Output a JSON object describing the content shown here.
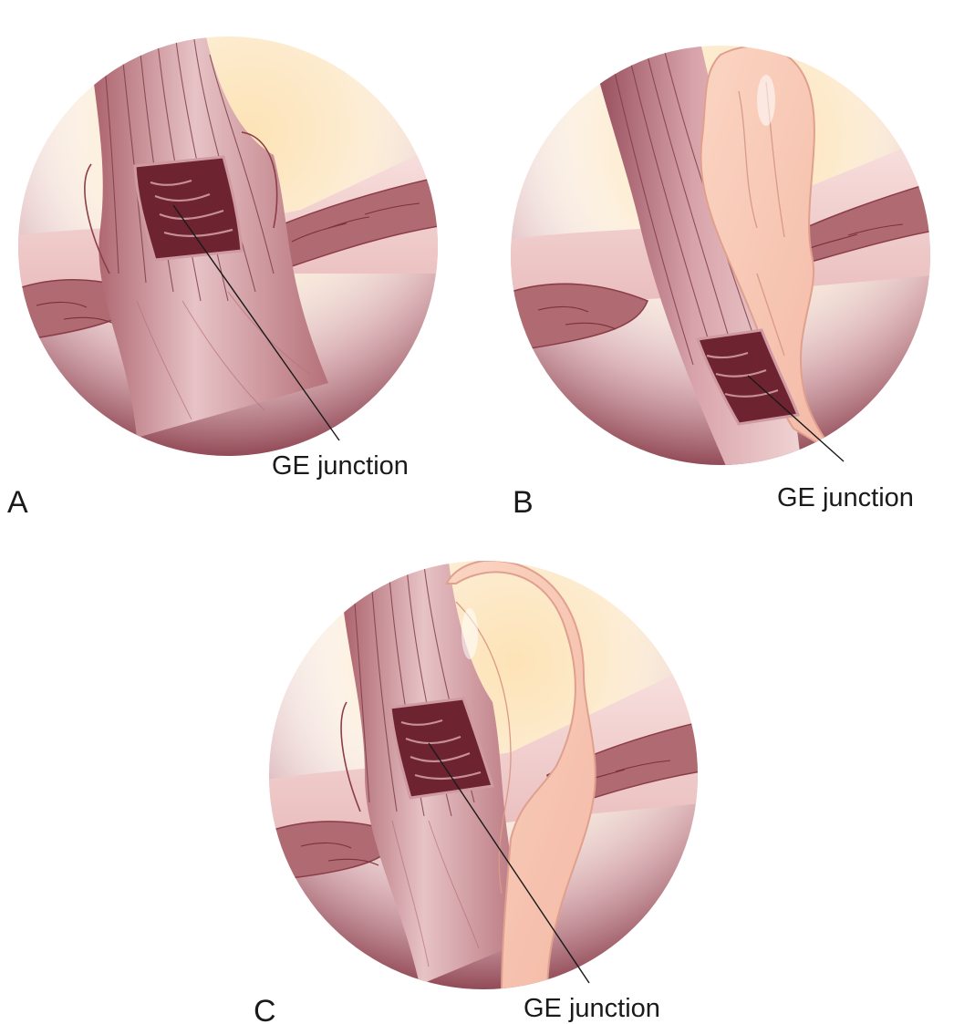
{
  "panels": [
    {
      "id": "A",
      "letter": "A",
      "callout": "GE junction"
    },
    {
      "id": "B",
      "letter": "B",
      "callout": "GE junction"
    },
    {
      "id": "C",
      "letter": "C",
      "callout": "GE junction"
    }
  ],
  "colors": {
    "halo_center": "#fde3b6",
    "halo_edge": "#ffffff",
    "shadow": "#8a3e4b",
    "esophagus": "#d9a8ad",
    "esophagus_dark": "#a85d68",
    "diaphragm": "#f1d3d3",
    "crus": "#b06a72",
    "cavity": "#6e2330",
    "fundus": "#f8c8b4",
    "leader": "#1a1a1a"
  }
}
